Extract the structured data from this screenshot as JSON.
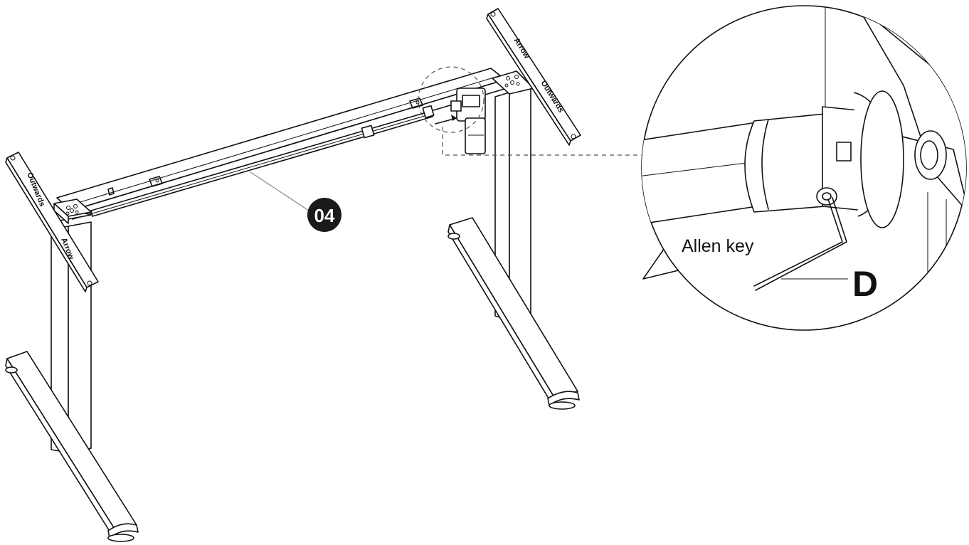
{
  "diagram": {
    "callout_number": "04",
    "bracket_label_top": "Arrow",
    "bracket_label_bottom": "Outwards",
    "detail_label": "Allen key",
    "detail_letter": "D",
    "colors": {
      "ink": "#111111",
      "badge": "#1a1a1a",
      "leader": "#999999",
      "background": "#ffffff"
    }
  }
}
